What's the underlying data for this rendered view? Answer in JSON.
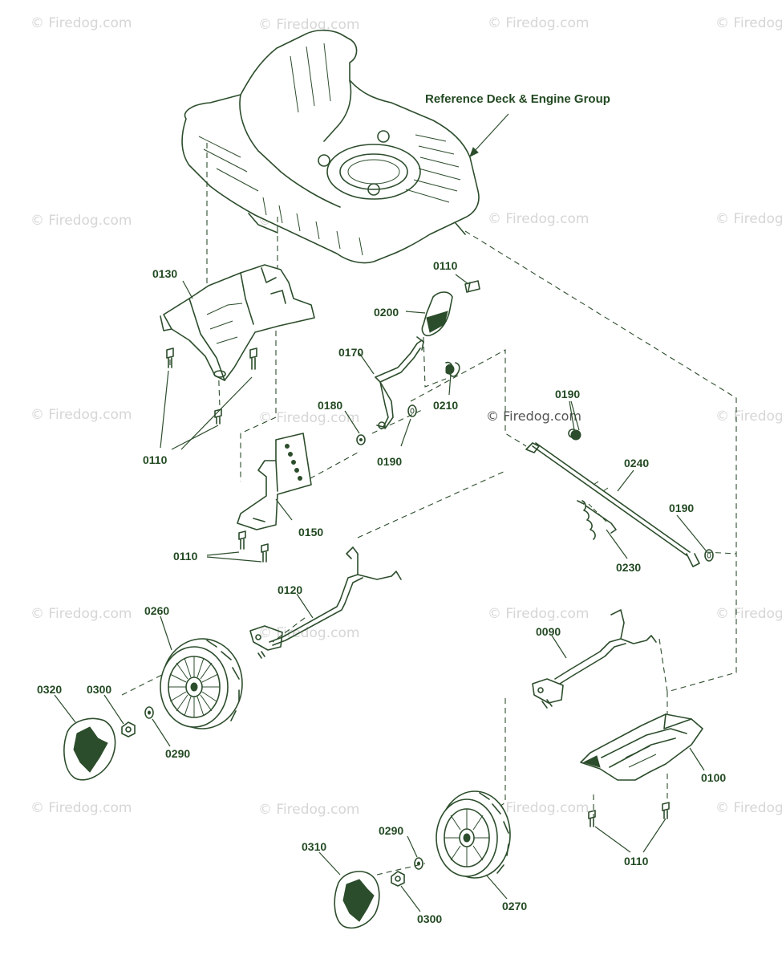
{
  "diagram": {
    "reference_label": "Reference Deck & Engine Group",
    "watermark": "© Firedog.com",
    "callouts": [
      {
        "id": "c0130",
        "text": "0130"
      },
      {
        "id": "c0110a",
        "text": "0110"
      },
      {
        "id": "c0110b",
        "text": "0110"
      },
      {
        "id": "c0110c",
        "text": "0110"
      },
      {
        "id": "c0110d",
        "text": "0110"
      },
      {
        "id": "c0200",
        "text": "0200"
      },
      {
        "id": "c0170",
        "text": "0170"
      },
      {
        "id": "c0210",
        "text": "0210"
      },
      {
        "id": "c0180",
        "text": "0180"
      },
      {
        "id": "c0190a",
        "text": "0190"
      },
      {
        "id": "c0190b",
        "text": "0190"
      },
      {
        "id": "c0190c",
        "text": "0190"
      },
      {
        "id": "c0150",
        "text": "0150"
      },
      {
        "id": "c0240",
        "text": "0240"
      },
      {
        "id": "c0230",
        "text": "0230"
      },
      {
        "id": "c0120",
        "text": "0120"
      },
      {
        "id": "c0260",
        "text": "0260"
      },
      {
        "id": "c0090",
        "text": "0090"
      },
      {
        "id": "c0320",
        "text": "0320"
      },
      {
        "id": "c0300a",
        "text": "0300"
      },
      {
        "id": "c0290a",
        "text": "0290"
      },
      {
        "id": "c0100",
        "text": "0100"
      },
      {
        "id": "c0290b",
        "text": "0290"
      },
      {
        "id": "c0310",
        "text": "0310"
      },
      {
        "id": "c0300b",
        "text": "0300"
      },
      {
        "id": "c0270",
        "text": "0270"
      }
    ]
  }
}
